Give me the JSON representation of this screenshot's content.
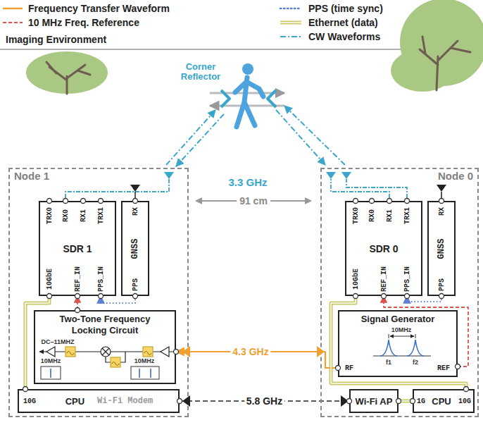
{
  "diagram": {
    "nodes": [
      {
        "text": [
          "Node 1"
        ]
      },
      {
        "text": [
          "SDR 1"
        ],
        "in": 0
      },
      {
        "text": [
          "GNSS"
        ],
        "in": 0
      },
      {
        "text": [
          "Two-Tone Frequency Locking Circuit"
        ],
        "in": 0
      },
      {
        "text": [
          "CPU",
          "Wi-Fi Modem"
        ],
        "in": 0
      },
      {
        "text": [
          "Node 0"
        ]
      },
      {
        "text": [
          "SDR 0"
        ],
        "in": 5
      },
      {
        "text": [
          "GNSS"
        ],
        "in": 5
      },
      {
        "text": [
          "Signal Generator"
        ],
        "in": 5
      },
      {
        "text": [
          "Wi-Fi AP"
        ],
        "in": 5
      },
      {
        "text": [
          "CPU"
        ],
        "in": 5
      }
    ],
    "edges": [
      {
        "from": 1,
        "to": 4,
        "arrow": "none"
      },
      {
        "from": 3,
        "to": 1,
        "arrow": "to"
      },
      {
        "from": 2,
        "to": 1,
        "arrow": "to"
      },
      {
        "from": 6,
        "to": 10,
        "arrow": "none"
      },
      {
        "from": 8,
        "to": 6,
        "arrow": "to"
      },
      {
        "from": 7,
        "to": 6,
        "arrow": "to"
      },
      {
        "from": 9,
        "to": 10,
        "arrow": "none"
      },
      {
        "from": 8,
        "to": 3,
        "arrow": "to",
        "label": "4.3 GHz"
      },
      {
        "from": 4,
        "to": 9,
        "arrow": "none",
        "label": "5.8 GHz"
      }
    ],
    "labels": [
      "Imaging Environment",
      "Corner Reflector",
      "3.3 GHz",
      "91 cm",
      "TRX0",
      "RX0",
      "RX1",
      "TRX1",
      "10GbE",
      "REF_IN",
      "PPS_IN",
      "RX",
      "PPS",
      "DC–11MHZ",
      "10MHz",
      "10MHz",
      "10G",
      "TRX0",
      "RX0",
      "RX1",
      "TRX1",
      "10GbE",
      "REF_IN",
      "PPS_IN",
      "RX",
      "PPS",
      "10MHz",
      "f1",
      "f2",
      "RF",
      "REF",
      "1G",
      "10G"
    ],
    "legend": [
      {
        "text": "Frequency Transfer Waveform"
      },
      {
        "text": "10 MHz Freq. Reference"
      },
      {
        "text": "PPS (time sync)"
      },
      {
        "text": "Ethernet (data)"
      },
      {
        "text": "CW Waveforms"
      }
    ]
  }
}
